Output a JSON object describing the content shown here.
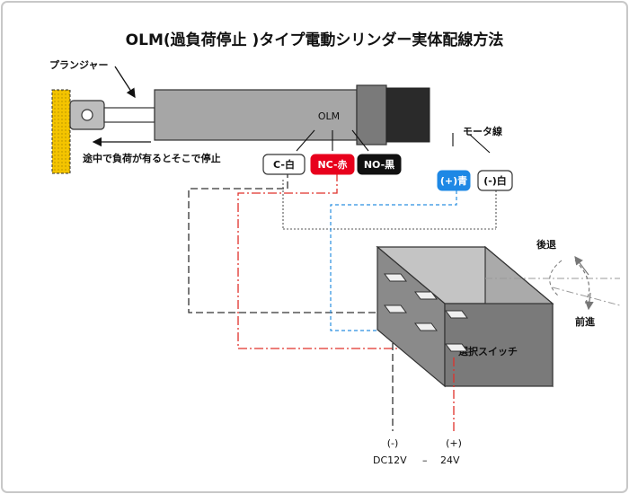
{
  "title": "OLM(過負荷停止 )タイプ電動シリンダー実体配線方法",
  "labels": {
    "plunger": "プランジャー",
    "stop_note": "途中で負荷が有るとそこで停止",
    "olm": "OLM",
    "motor_wire": "モータ線",
    "reverse": "後退",
    "forward": "前進",
    "switch": "選択スイッチ"
  },
  "terminals": {
    "c": "C-白",
    "nc": "NC-赤",
    "no": "NO-黒",
    "motor_plus": "(+)青",
    "motor_minus": "(-)白"
  },
  "power": {
    "minus": "(-)",
    "plus": "(+)",
    "voltage_left": "DC12V",
    "dash": "–",
    "voltage_right": "24V"
  },
  "colors": {
    "frame": "#c8c8c8",
    "mount_yellow": "#f4c400",
    "nc_red": "#e8001c",
    "no_black": "#111111",
    "motor_blue": "#1e88e5",
    "wire_red": "#e0302a",
    "wire_blue": "#2a8fe0",
    "switch_front": "#8a8a8a",
    "switch_top": "#c4c4c4",
    "switch_side": "#aaaaaa"
  }
}
